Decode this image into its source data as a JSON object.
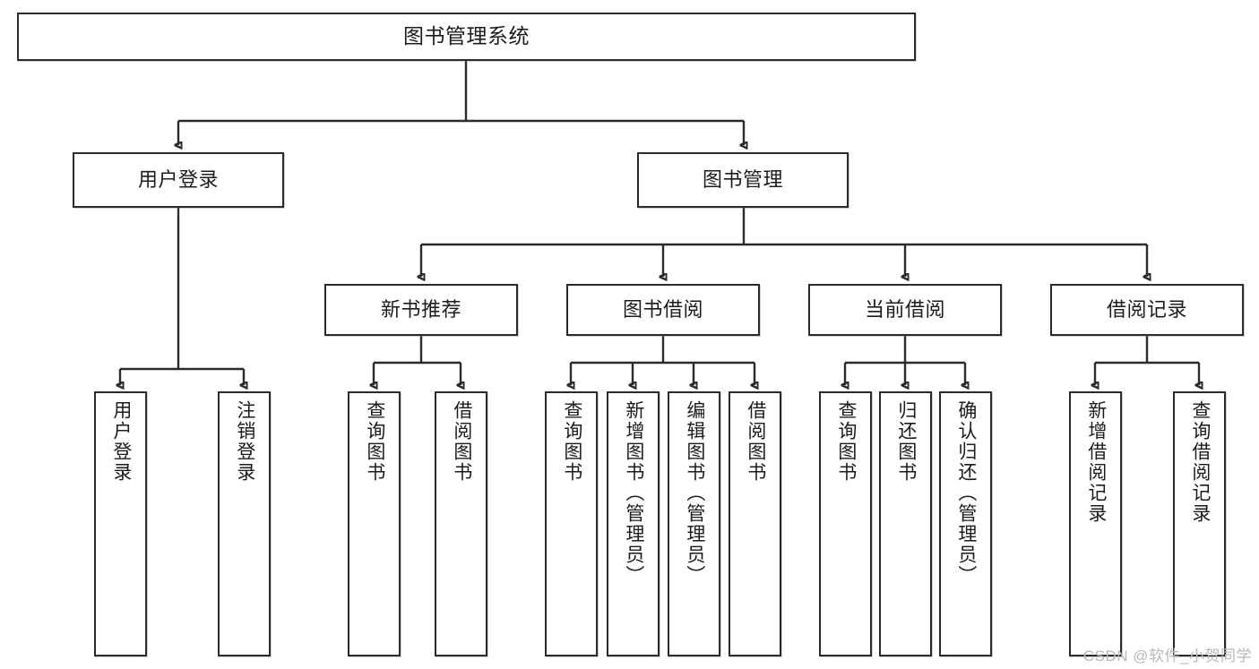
{
  "diagram": {
    "title": "图书管理系统",
    "watermark": "CSDN @软件_小贺同学",
    "root": {
      "label": "图书管理系统"
    },
    "level2": [
      {
        "label": "用户登录"
      },
      {
        "label": "图书管理"
      }
    ],
    "level3": [
      {
        "label": "新书推荐"
      },
      {
        "label": "图书借阅"
      },
      {
        "label": "当前借阅"
      },
      {
        "label": "借阅记录"
      }
    ],
    "leaves": {
      "user_login": [
        {
          "label": "用户登录"
        },
        {
          "label": "注销登录"
        }
      ],
      "new_book_recommend": [
        {
          "label": "查询图书"
        },
        {
          "label": "借阅图书"
        }
      ],
      "book_borrow": [
        {
          "label": "查询图书"
        },
        {
          "label": "新增图书（管理员）"
        },
        {
          "label": "编辑图书（管理员）"
        },
        {
          "label": "借阅图书"
        }
      ],
      "current_borrow": [
        {
          "label": "查询图书"
        },
        {
          "label": "归还图书"
        },
        {
          "label": "确认归还（管理员）"
        }
      ],
      "borrow_record": [
        {
          "label": "新增借阅记录"
        },
        {
          "label": "查询借阅记录"
        }
      ]
    }
  },
  "colors": {
    "stroke": "#2b2b2b",
    "background": "#ffffff",
    "text": "#1c1c1c",
    "watermark": "#b9b9b9"
  }
}
